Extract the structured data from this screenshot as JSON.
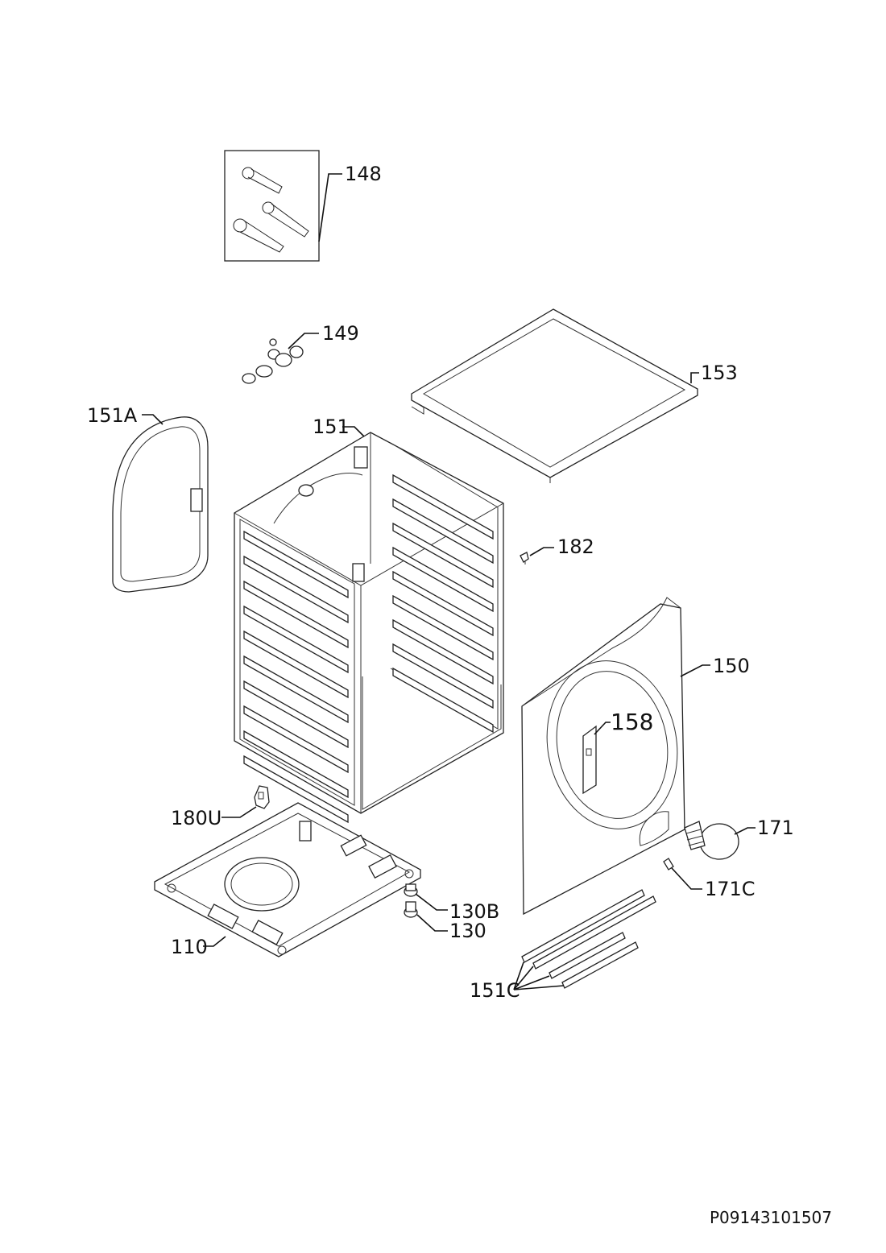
{
  "parts": {
    "p148": "148",
    "p149": "149",
    "p153": "153",
    "p151A": "151A",
    "p151": "151",
    "p182": "182",
    "p150": "150",
    "p158": "158",
    "p171": "171",
    "p171C": "171C",
    "p180U": "180U",
    "p130B": "130B",
    "p130": "130",
    "p110": "110",
    "p151C": "151C"
  },
  "diagram_code": "P09143101507"
}
